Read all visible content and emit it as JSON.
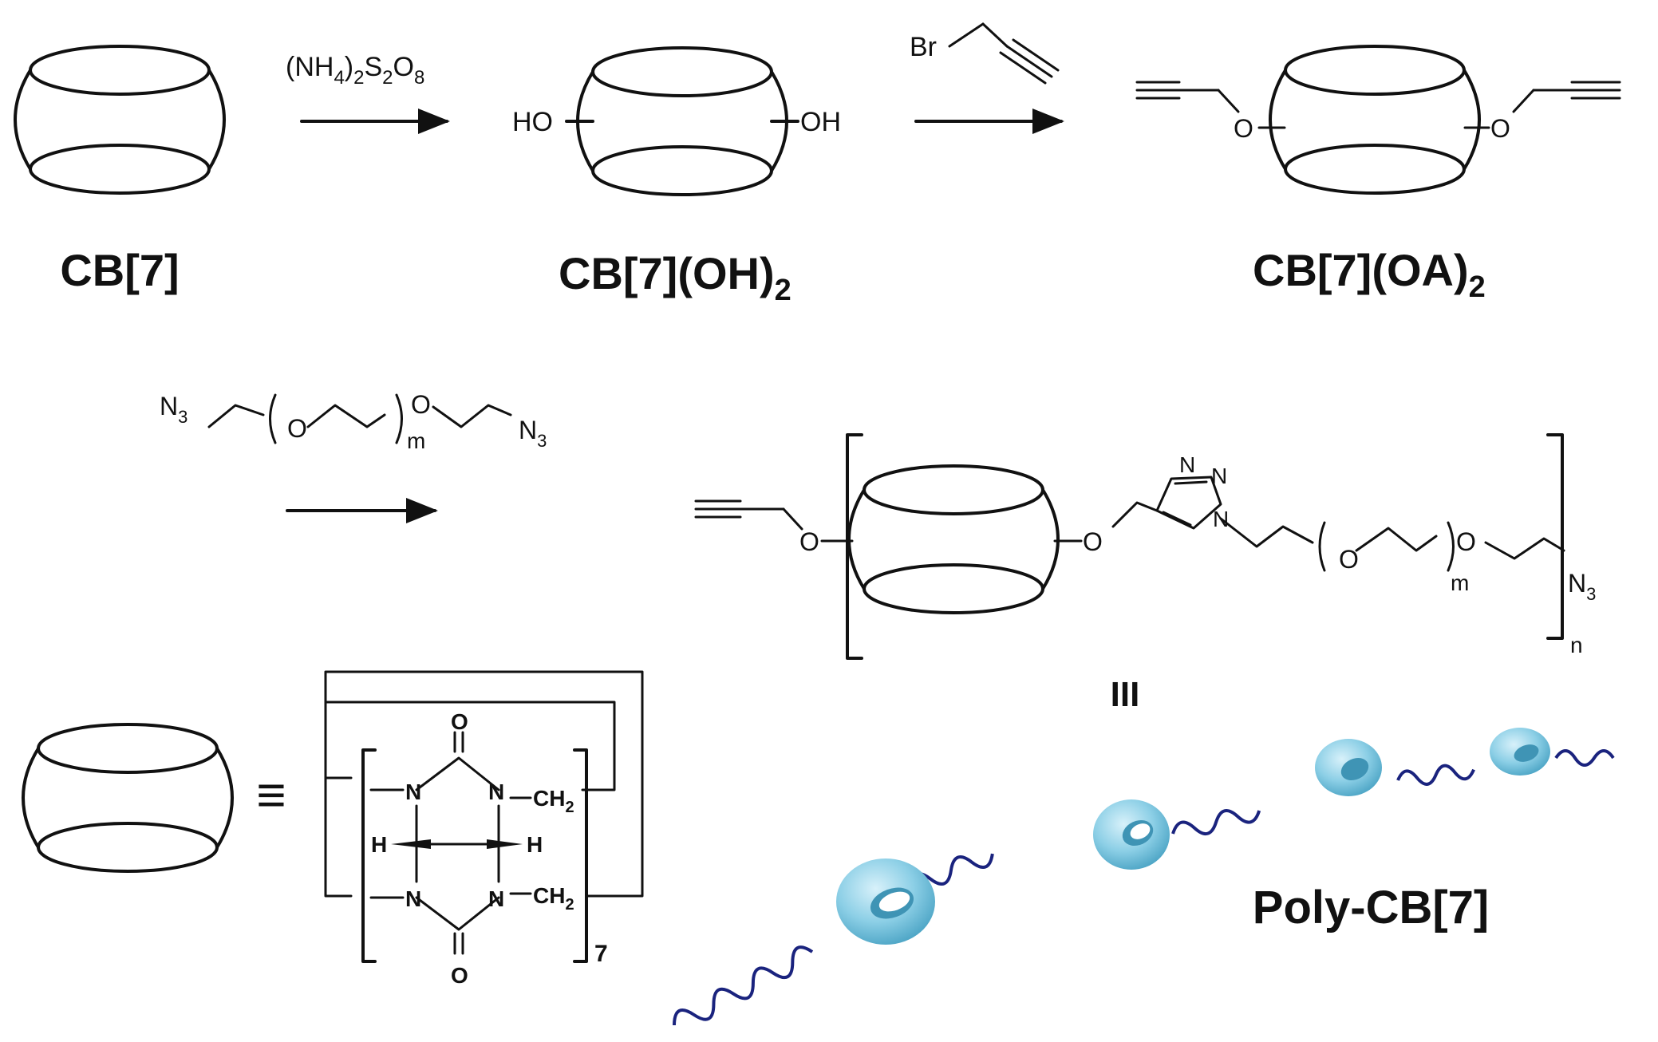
{
  "compounds": {
    "cb7": "CB[7]",
    "cb7_oh2_main": "CB[7](OH)",
    "cb7_oh2_sub": "2",
    "cb7_oa2_main": "CB[7](OA)",
    "cb7_oa2_sub": "2",
    "polymer_label": "III",
    "poly_cb7": "Poly-CB[7]"
  },
  "reagents": {
    "persulfate": {
      "open": "(NH",
      "s1": "4",
      "mid": ")",
      "s2": "2",
      "S": "S",
      "s3": "2",
      "O": "O",
      "s4": "8"
    },
    "bromide": "Br",
    "azide": {
      "n3_left": "N",
      "n3_left_sub": "3",
      "o1": "O",
      "m": "m",
      "o2": "O",
      "n3_right": "N",
      "n3_right_sub": "3"
    }
  },
  "atoms": {
    "ho": "HO",
    "oh": "OH",
    "o": "O",
    "n": "N",
    "h": "H",
    "ch2": "CH",
    "ch2_sub": "2",
    "n_repeat": "n",
    "m": "m",
    "n3": "N",
    "n3_sub": "3",
    "seven": "7"
  },
  "equivalence_symbol": "≡",
  "colors": {
    "ink": "#111111",
    "chain": "#1a237e",
    "ring_fill": "#8ccfe6",
    "ring_highlight": "#d8f1fa",
    "ring_inner": "#3f94b5"
  }
}
